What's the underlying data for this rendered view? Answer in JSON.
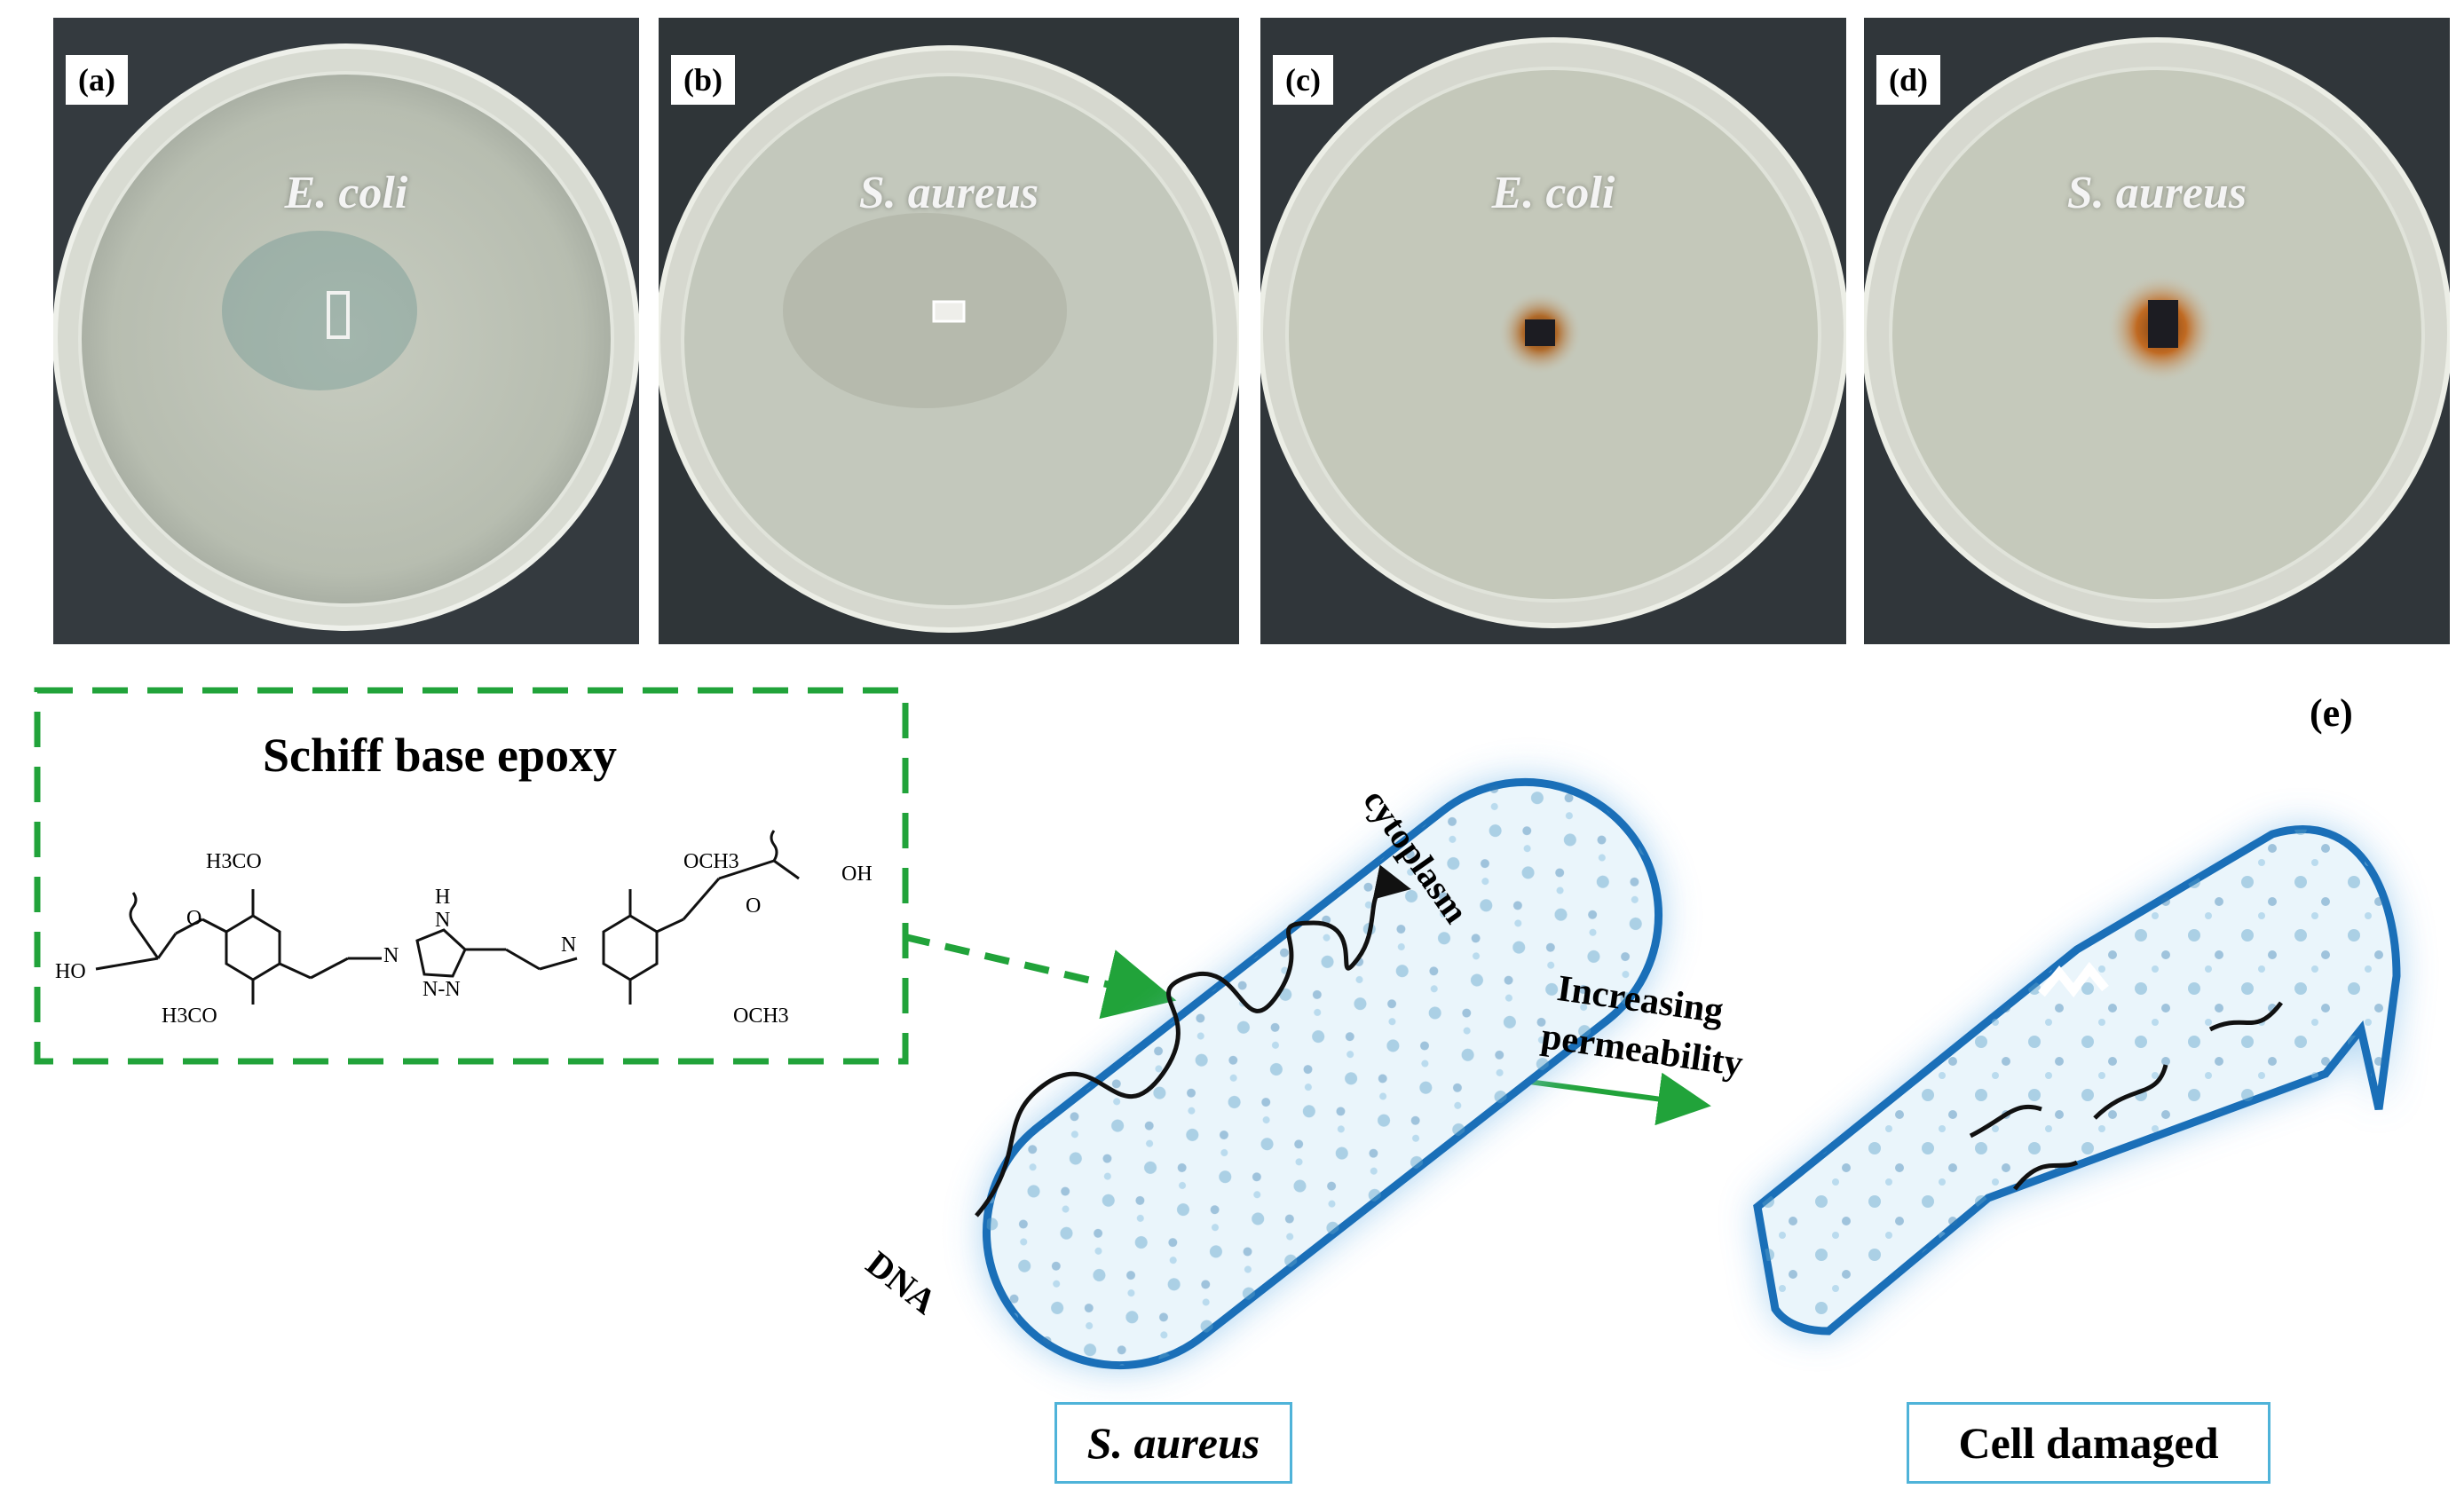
{
  "panels": [
    {
      "label": "(a)",
      "organism": "E. coli"
    },
    {
      "label": "(b)",
      "organism": "S. aureus"
    },
    {
      "label": "(c)",
      "organism": "E. coli"
    },
    {
      "label": "(d)",
      "organism": "S. aureus"
    }
  ],
  "scheme": {
    "panel_label": "(e)",
    "compound_title": "Schiff base epoxy",
    "structure_labels": {
      "h3co_top": "H3CO",
      "h3co_bottom": "H3CO",
      "och3_top": "OCH3",
      "och3_bottom": "OCH3",
      "o_left": "O",
      "o_right": "O",
      "ho": "HO",
      "oh": "OH",
      "n_left": "N",
      "n_right": "N",
      "nh": "H",
      "n_ring_top": "N",
      "n_ring_bottom": "N-N"
    },
    "cell_label_cytoplasm": "cytoplasm",
    "cell_label_dna": "DNA",
    "arrow_text_line1": "Increasing",
    "arrow_text_line2": "permeability",
    "box_left": "S. aureus",
    "box_right": "Cell damaged"
  },
  "colors": {
    "green_dash": "#21a33a",
    "cell_outline": "#1a6fb8",
    "cell_glow": "#8ec4ec",
    "agar": "#c9cfc2",
    "background_dark": "#2d3236"
  }
}
